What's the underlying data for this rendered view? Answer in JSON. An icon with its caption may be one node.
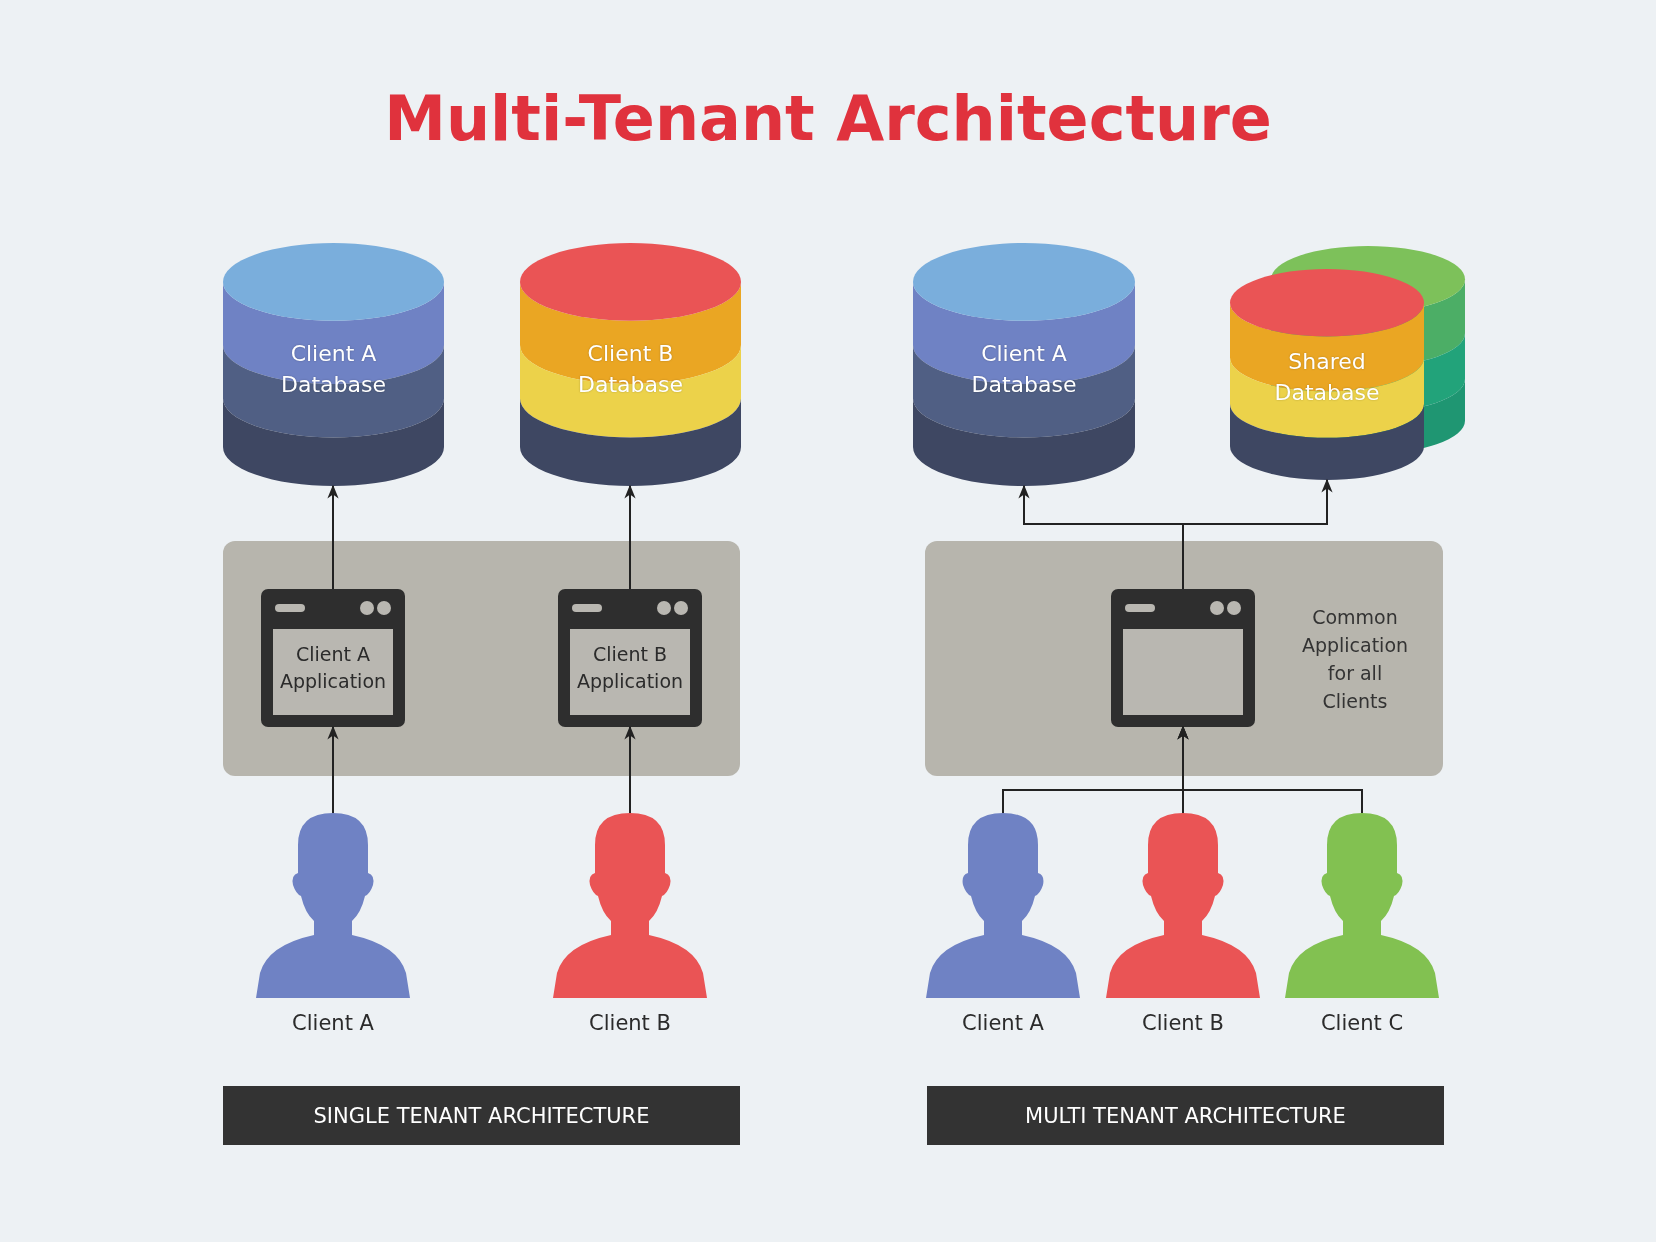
{
  "diagram": {
    "title": "Multi-Tenant Architecture",
    "nodes": [
      {
        "text": [
          "Client A Database"
        ]
      },
      {
        "text": [
          "Client B Database"
        ]
      },
      {
        "text": [],
        "shape": "box"
      },
      {
        "text": [
          "Client A Application"
        ],
        "in": 2
      },
      {
        "text": [
          "Client B Application"
        ],
        "in": 2
      },
      {
        "text": [
          "Client A"
        ]
      },
      {
        "text": [
          "Client B"
        ]
      },
      {
        "text": [
          "SINGLE TENANT ARCHITECTURE"
        ]
      },
      {
        "text": [
          "Client A Database"
        ]
      },
      {
        "text": [
          "Shared Database"
        ]
      },
      {
        "text": [
          "Common Application for all Clients"
        ]
      },
      {
        "text": [],
        "shape": "box",
        "in": 10
      },
      {
        "text": [
          "Client A"
        ]
      },
      {
        "text": [
          "Client B"
        ]
      },
      {
        "text": [
          "Client C"
        ]
      },
      {
        "text": [
          "MULTI TENANT ARCHITECTURE"
        ]
      }
    ],
    "edges": [
      {
        "from": 3,
        "to": 0,
        "arrow": "to"
      },
      {
        "from": 4,
        "to": 1,
        "arrow": "to"
      },
      {
        "from": 5,
        "to": 3,
        "arrow": "to"
      },
      {
        "from": 6,
        "to": 4,
        "arrow": "to"
      },
      {
        "from": 11,
        "to": 8,
        "arrow": "to"
      },
      {
        "from": 11,
        "to": 9,
        "arrow": "to"
      },
      {
        "from": 12,
        "to": 11,
        "arrow": "to"
      },
      {
        "from": 13,
        "to": 11,
        "arrow": "to"
      },
      {
        "from": 14,
        "to": 11,
        "arrow": "to"
      }
    ]
  }
}
